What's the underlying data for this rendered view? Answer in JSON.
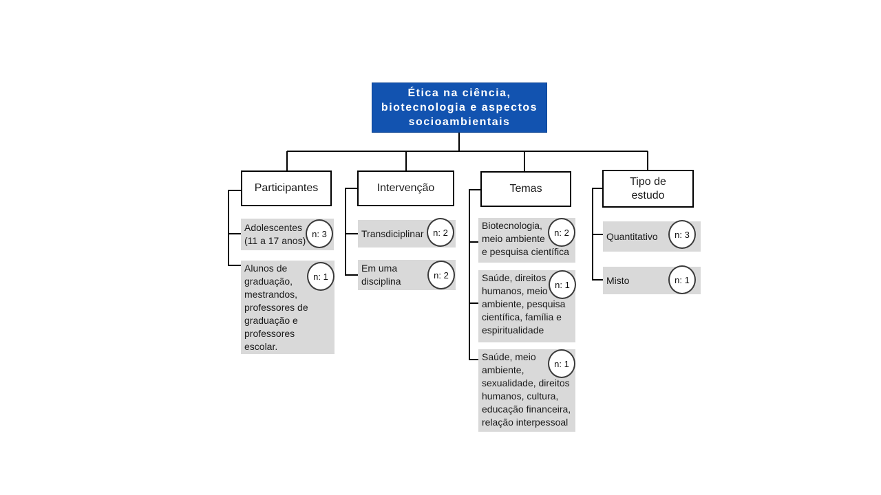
{
  "root": {
    "label": "Ética na ciência,\nbiotecnologia e aspectos\nsocioambientais"
  },
  "branches": [
    {
      "label": "Participantes",
      "children": [
        {
          "text": "Adolescentes\n(11 a 17 anos)",
          "n": 3,
          "n_label": "n: 3"
        },
        {
          "text": "Alunos de\ngraduação,\nmestrandos,\nprofessores de\ngraduação e\nprofessores\nescolar.",
          "n": 1,
          "n_label": "n: 1"
        }
      ]
    },
    {
      "label": "Intervenção",
      "children": [
        {
          "text": "Transdiciplinar",
          "n": 2,
          "n_label": "n: 2"
        },
        {
          "text": "Em uma\ndisciplina",
          "n": 2,
          "n_label": "n: 2"
        }
      ]
    },
    {
      "label": "Temas",
      "children": [
        {
          "text": "Biotecnologia,\nmeio ambiente\ne pesquisa científica",
          "n": 2,
          "n_label": "n: 2"
        },
        {
          "text": "Saúde, direitos\nhumanos, meio\nambiente, pesquisa\ncientífica, família e\nespiritualidade",
          "n": 1,
          "n_label": "n: 1"
        },
        {
          "text": "Saúde, meio\nambiente,\nsexualidade, direitos\nhumanos, cultura,\neducação financeira,\nrelação interpessoal",
          "n": 1,
          "n_label": "n: 1"
        }
      ]
    },
    {
      "label": "Tipo de\nestudo",
      "children": [
        {
          "text": "Quantitativo",
          "n": 3,
          "n_label": "n: 3"
        },
        {
          "text": "Misto",
          "n": 1,
          "n_label": "n: 1"
        }
      ]
    }
  ],
  "colors": {
    "root_bg": "#1253b0",
    "root_text": "#ffffff",
    "child_bg": "#d9d9d9",
    "line": "#000000",
    "text": "#1a1a1a"
  }
}
